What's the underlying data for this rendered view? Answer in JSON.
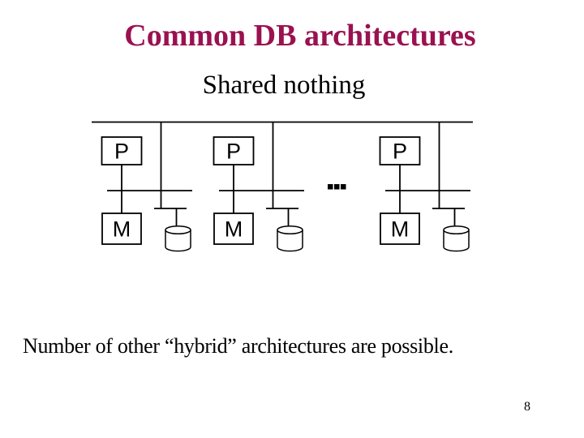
{
  "slide": {
    "title": "Common DB architectures",
    "subtitle": "Shared nothing",
    "note": "Number of other “hybrid” architectures are possible.",
    "page_number": "8"
  },
  "colors": {
    "title": "#9a1150",
    "text": "#000000",
    "line": "#000000",
    "background": "#ffffff"
  },
  "diagram": {
    "type": "shared-nothing-architecture",
    "description": "Independent nodes connected by a top interconnect bus; each node has a processor box (P), a memory box (M) and a private disk cylinder hanging off a local bus",
    "ellipsis": "...",
    "nodes": [
      {
        "processor_label": "P",
        "memory_label": "M",
        "disk": "disk-cylinder"
      },
      {
        "processor_label": "P",
        "memory_label": "M",
        "disk": "disk-cylinder"
      },
      {
        "processor_label": "P",
        "memory_label": "M",
        "disk": "disk-cylinder"
      }
    ]
  }
}
